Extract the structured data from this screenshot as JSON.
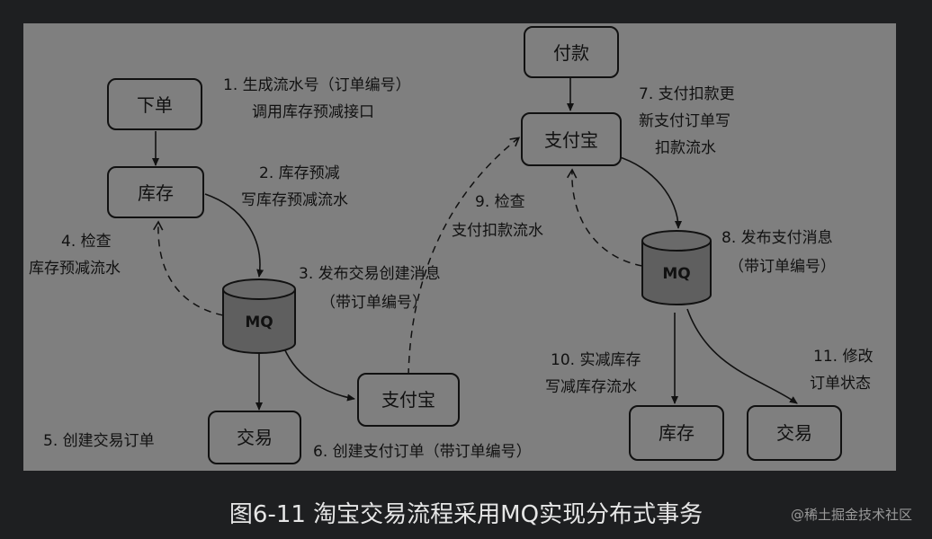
{
  "nodes": {
    "xiadan": "下单",
    "kucun_left": "库存",
    "mq_left": "MQ",
    "jiaoyi_left": "交易",
    "zhifubao_mid": "支付宝",
    "fukuan": "付款",
    "zhifubao_right": "支付宝",
    "mq_right": "MQ",
    "kucun_right": "库存",
    "jiaoyi_right": "交易"
  },
  "labels": {
    "step1": [
      "1. 生成流水号（订单编号）",
      "调用库存预减接口"
    ],
    "step2": [
      "2. 库存预减",
      "写库存预减流水"
    ],
    "step3": [
      "3. 发布交易创建消息",
      "（带订单编号）"
    ],
    "step4": [
      "4. 检查",
      "库存预减流水"
    ],
    "step5": [
      "5. 创建交易订单"
    ],
    "step6": [
      "6. 创建支付订单（带订单编号）"
    ],
    "step7": [
      "7. 支付扣款更",
      "新支付订单写",
      "扣款流水"
    ],
    "step8": [
      "8. 发布支付消息",
      "（带订单编号）"
    ],
    "step9": [
      "9. 检查",
      "支付扣款流水"
    ],
    "step10": [
      "10. 实减库存",
      "写减库存流水"
    ],
    "step11": [
      "11. 修改",
      "订单状态"
    ]
  },
  "caption": "图6-11 淘宝交易流程采用MQ实现分布式事务",
  "watermark": "@稀土掘金技术社区"
}
